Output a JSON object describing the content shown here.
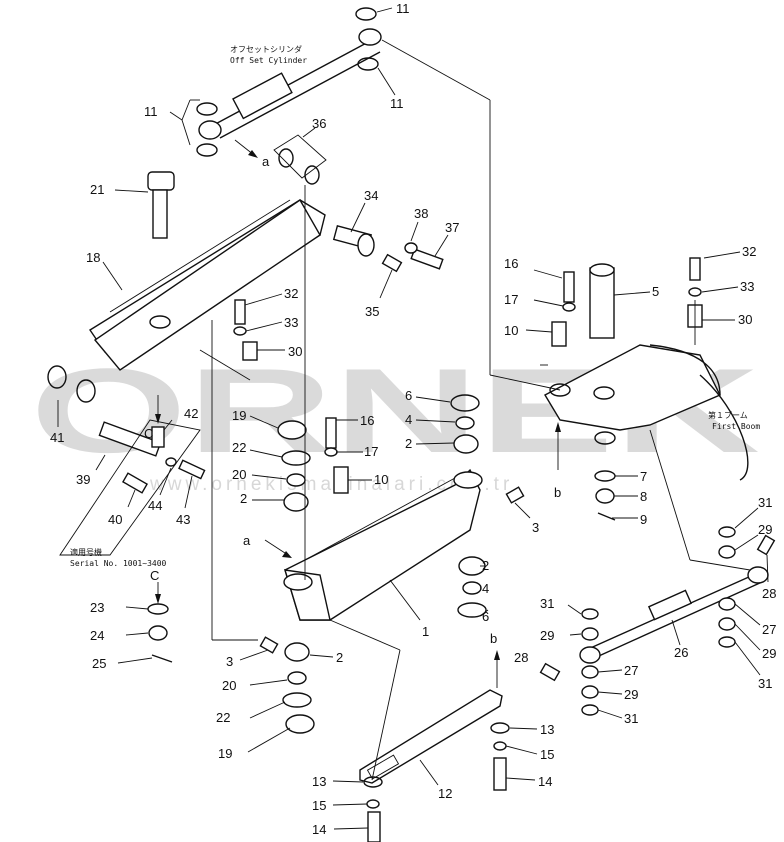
{
  "diagram": {
    "watermark": {
      "brand": "ORNEK",
      "site": "www.ornekismakinalari.com.tr",
      "site_visible": "ornekismakinalari.com.tr"
    },
    "notes": {
      "cylinder_jp": "オフセットシリンダ",
      "cylinder_en": "Off Set Cylinder",
      "boom_jp": "第１ブーム",
      "boom_en": "First Boom",
      "serial_jp": "適用号機",
      "serial_en": "Serial No. 1001~3400"
    },
    "refs": {
      "a": "a",
      "b": "b",
      "c": "C"
    },
    "callouts": [
      "11",
      "11",
      "11",
      "36",
      "21",
      "34",
      "38",
      "37",
      "18",
      "35",
      "32",
      "33",
      "30",
      "16",
      "17",
      "10",
      "5",
      "32",
      "33",
      "30",
      "6",
      "4",
      "2",
      "19",
      "22",
      "20",
      "2",
      "16",
      "17",
      "10",
      "42",
      "41",
      "39",
      "40",
      "44",
      "43",
      "3",
      "1",
      "7",
      "8",
      "9",
      "31",
      "29",
      "28",
      "23",
      "24",
      "25",
      "3",
      "2",
      "20",
      "22",
      "19",
      "2",
      "4",
      "6",
      "31",
      "29",
      "27",
      "28",
      "29",
      "31",
      "26",
      "27",
      "29",
      "31",
      "12",
      "13",
      "15",
      "14",
      "13",
      "15",
      "14"
    ]
  }
}
